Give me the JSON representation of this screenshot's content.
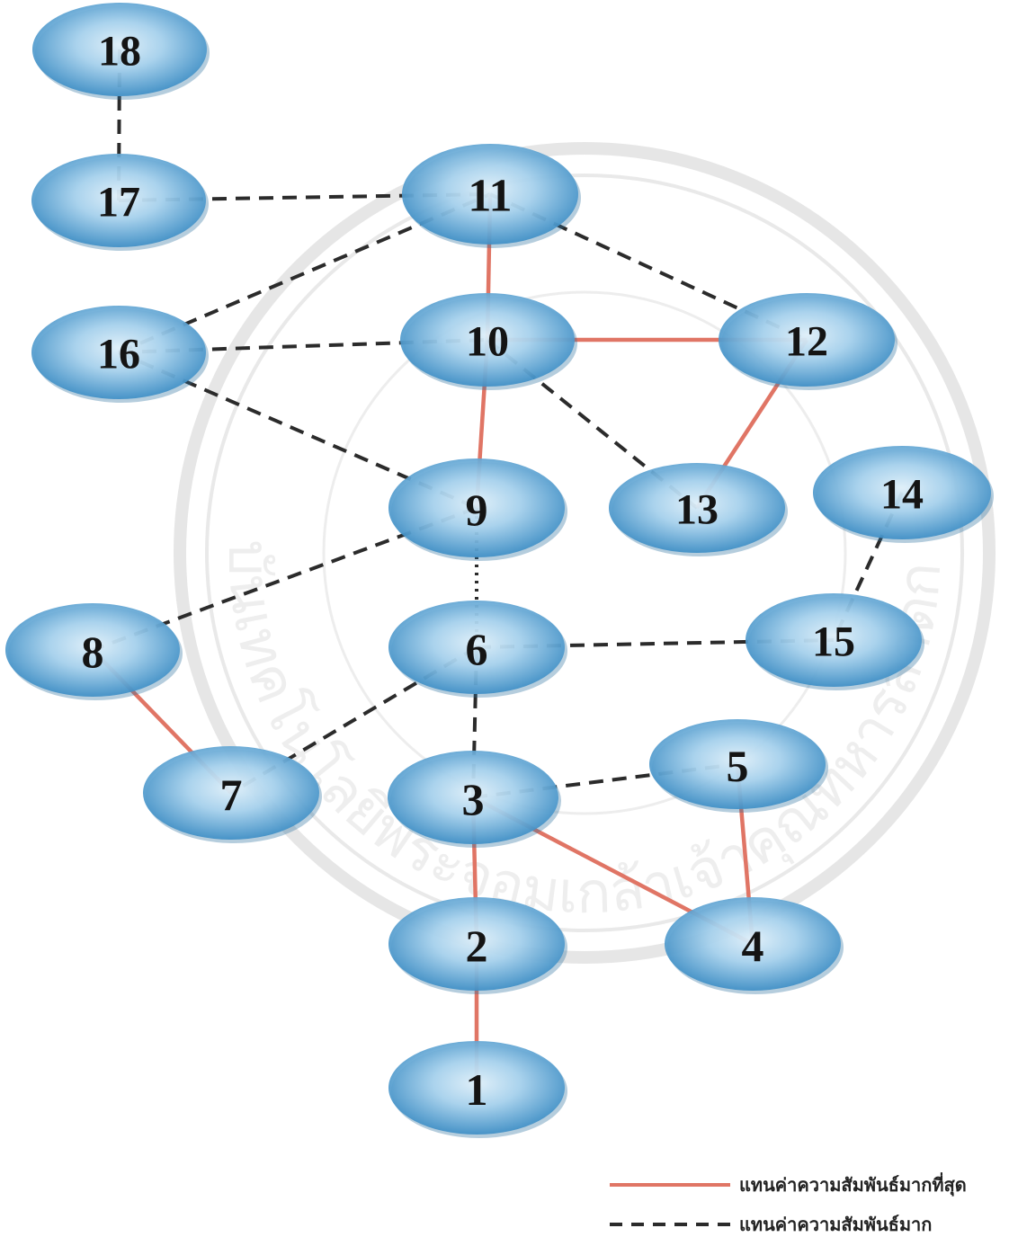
{
  "diagram": {
    "nodes": [
      {
        "id": "18",
        "label": "18"
      },
      {
        "id": "17",
        "label": "17"
      },
      {
        "id": "16",
        "label": "16"
      },
      {
        "id": "11",
        "label": "11"
      },
      {
        "id": "10",
        "label": "10"
      },
      {
        "id": "12",
        "label": "12"
      },
      {
        "id": "9",
        "label": "9"
      },
      {
        "id": "13",
        "label": "13"
      },
      {
        "id": "14",
        "label": "14"
      },
      {
        "id": "8",
        "label": "8"
      },
      {
        "id": "6",
        "label": "6"
      },
      {
        "id": "15",
        "label": "15"
      },
      {
        "id": "7",
        "label": "7"
      },
      {
        "id": "3",
        "label": "3"
      },
      {
        "id": "5",
        "label": "5"
      },
      {
        "id": "2",
        "label": "2"
      },
      {
        "id": "4",
        "label": "4"
      },
      {
        "id": "1",
        "label": "1"
      }
    ],
    "edges": [
      {
        "from": "18",
        "to": "17",
        "type": "dashed"
      },
      {
        "from": "17",
        "to": "11",
        "type": "dashed"
      },
      {
        "from": "16",
        "to": "11",
        "type": "dashed"
      },
      {
        "from": "16",
        "to": "10",
        "type": "dashed"
      },
      {
        "from": "16",
        "to": "9",
        "type": "dashed"
      },
      {
        "from": "11",
        "to": "10",
        "type": "solid"
      },
      {
        "from": "11",
        "to": "12",
        "type": "dashed"
      },
      {
        "from": "10",
        "to": "12",
        "type": "solid"
      },
      {
        "from": "10",
        "to": "9",
        "type": "solid"
      },
      {
        "from": "10",
        "to": "13",
        "type": "dashed"
      },
      {
        "from": "12",
        "to": "13",
        "type": "solid"
      },
      {
        "from": "14",
        "to": "15",
        "type": "dashed"
      },
      {
        "from": "9",
        "to": "8",
        "type": "dashed"
      },
      {
        "from": "9",
        "to": "6",
        "type": "dotted"
      },
      {
        "from": "6",
        "to": "15",
        "type": "dashed"
      },
      {
        "from": "6",
        "to": "7",
        "type": "dashed"
      },
      {
        "from": "6",
        "to": "3",
        "type": "dashed"
      },
      {
        "from": "8",
        "to": "7",
        "type": "solid"
      },
      {
        "from": "3",
        "to": "5",
        "type": "dashed"
      },
      {
        "from": "3",
        "to": "2",
        "type": "solid"
      },
      {
        "from": "3",
        "to": "4",
        "type": "solid"
      },
      {
        "from": "5",
        "to": "4",
        "type": "solid"
      },
      {
        "from": "2",
        "to": "1",
        "type": "solid"
      }
    ]
  },
  "legend": {
    "solid_label": "แทนค่าความสัมพันธ์มากที่สุด",
    "dashed_label": "แทนค่าความสัมพันธ์มาก"
  },
  "watermark": {
    "text": "สถาบันเทคโนโลยีพระจอมเกล้าเจ้าคุณทหารลาดกระบัง"
  },
  "colors": {
    "node_fill_light": "#d7ecf8",
    "node_fill_dark": "#3f8fc6",
    "solid_edge": "#e07565",
    "dashed_edge": "#2b2b2b"
  }
}
